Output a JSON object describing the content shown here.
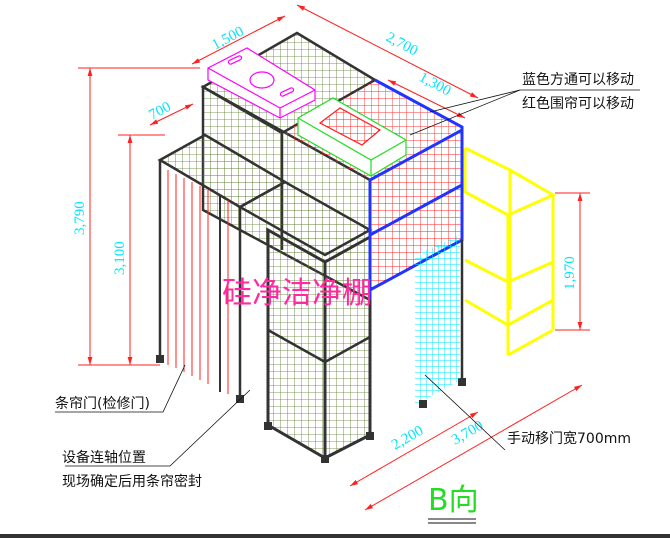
{
  "title": "硅净洁净棚",
  "view_label": "B向",
  "dimensions": {
    "top_width": "1,500",
    "top_length": "2,700",
    "red_section": "1,300",
    "wing_depth": "700",
    "total_height": "3,790",
    "inner_height": "3,100",
    "door_height": "1,970",
    "base_width": "2,200",
    "base_length": "3,700"
  },
  "annotations": {
    "blue_tube": "蓝色方通可以移动",
    "red_curtain": "红色围帘可以移动",
    "strip_door": "条帘门(检修门)",
    "shaft_position": "设备连轴位置",
    "shaft_seal": "现场确定后用条帘密封",
    "sliding_door": "手动移门宽700mm"
  },
  "colors": {
    "grid_green": "#5a7a2a",
    "curtain_red": "#ff2020",
    "frame_blue": "#2233ff",
    "door_cyan": "#00e5ff",
    "frame_yellow": "#ffff00",
    "ffu_magenta": "#ff00ff",
    "ffu_green": "#22dd22",
    "title_pink": "#ff2aa0"
  }
}
